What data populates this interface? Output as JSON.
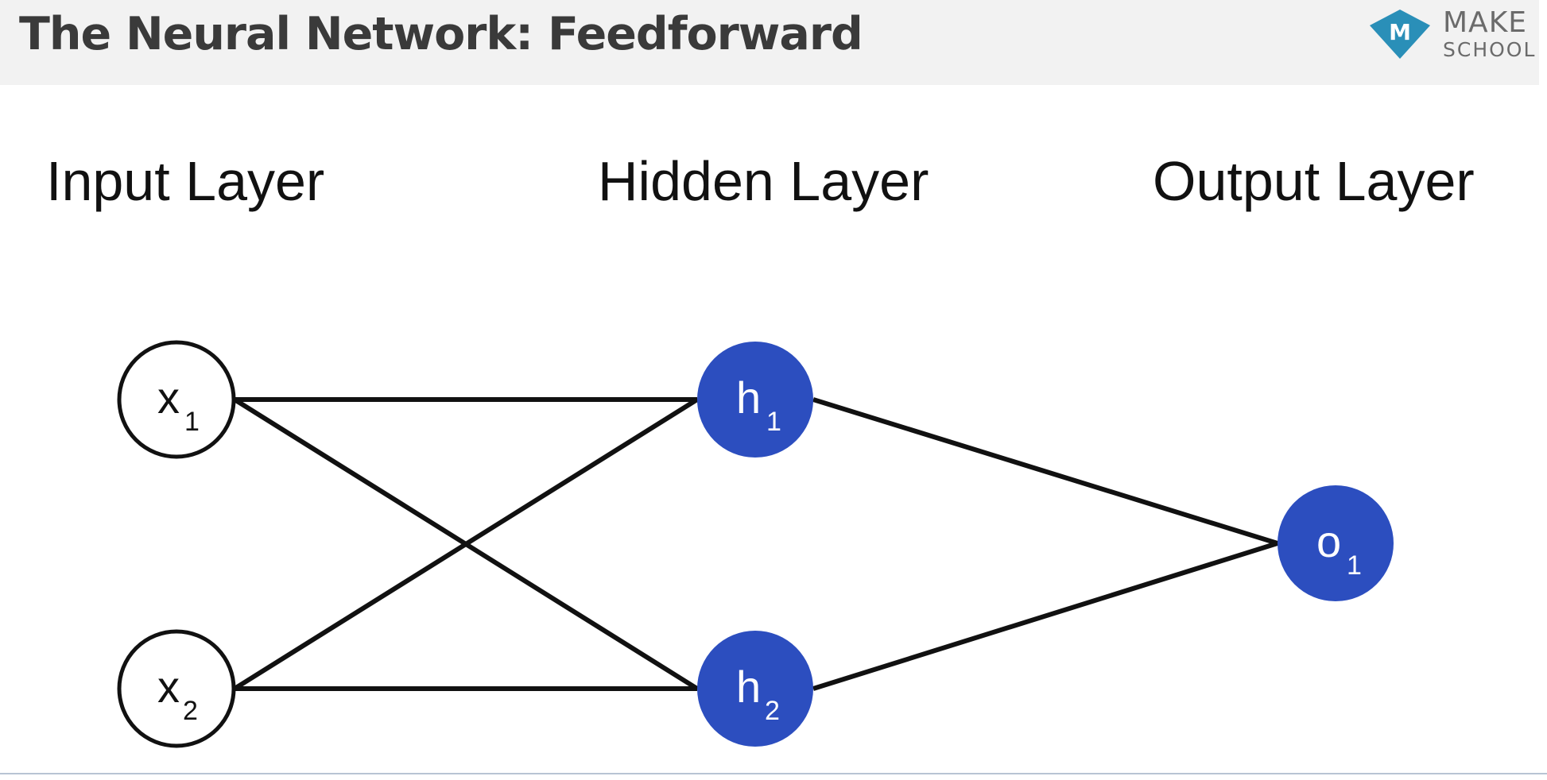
{
  "title": "The Neural Network: Feedforward",
  "logo": {
    "line1": "MAKE",
    "line2": "SCHOOL",
    "mark_letter": "M"
  },
  "layers": {
    "input": "Input Layer",
    "hidden": "Hidden Layer",
    "output": "Output Layer"
  },
  "nodes": {
    "x1": {
      "base": "x",
      "sub": "1"
    },
    "x2": {
      "base": "x",
      "sub": "2"
    },
    "h1": {
      "base": "h",
      "sub": "1"
    },
    "h2": {
      "base": "h",
      "sub": "2"
    },
    "o1": {
      "base": "o",
      "sub": "1"
    }
  },
  "colors": {
    "header_bg": "#f2f2f2",
    "title": "#3a3a3a",
    "node_fill": "#2c4ebf",
    "logo_mark": "#2a8fb8",
    "line": "#111111"
  }
}
